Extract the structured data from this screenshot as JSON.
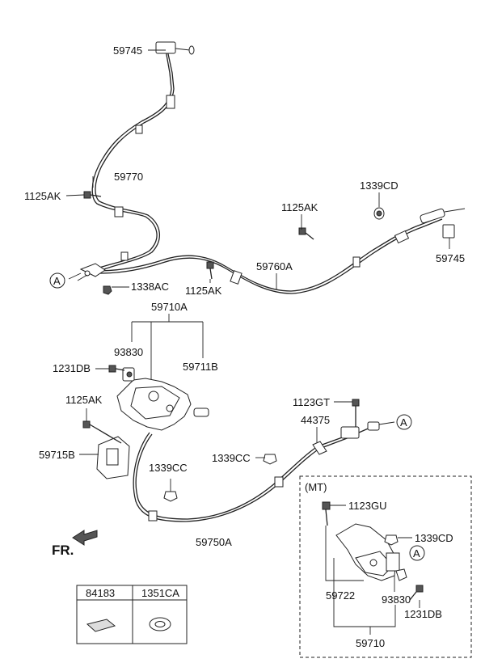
{
  "labels": {
    "p59745_top": "59745",
    "p59770": "59770",
    "p1125AK_left": "1125AK",
    "p1125AK_mid": "1125AK",
    "p1339CD_top": "1339CD",
    "p59745_right": "59745",
    "p59760A": "59760A",
    "p1338AC": "1338AC",
    "p1125AK_lower": "1125AK",
    "callout_a_left": "A",
    "p59710A": "59710A",
    "p93830_top": "93830",
    "p59711B": "59711B",
    "p1231DB_top": "1231DB",
    "p1125AK_bracket": "1125AK",
    "p59715B": "59715B",
    "p1123GT": "1123GT",
    "p44375": "44375",
    "callout_a_right": "A",
    "p1339CC_left": "1339CC",
    "p1339CC_right": "1339CC",
    "p59750A": "59750A",
    "fr": "FR.",
    "mt": "(MT)",
    "p1123GU": "1123GU",
    "p1339CD_mt": "1339CD",
    "callout_a_mt": "A",
    "p59722": "59722",
    "p93830_mt": "93830",
    "p1231DB_mt": "1231DB",
    "p59710": "59710"
  },
  "table": {
    "headers": [
      "84183",
      "1351CA"
    ]
  }
}
